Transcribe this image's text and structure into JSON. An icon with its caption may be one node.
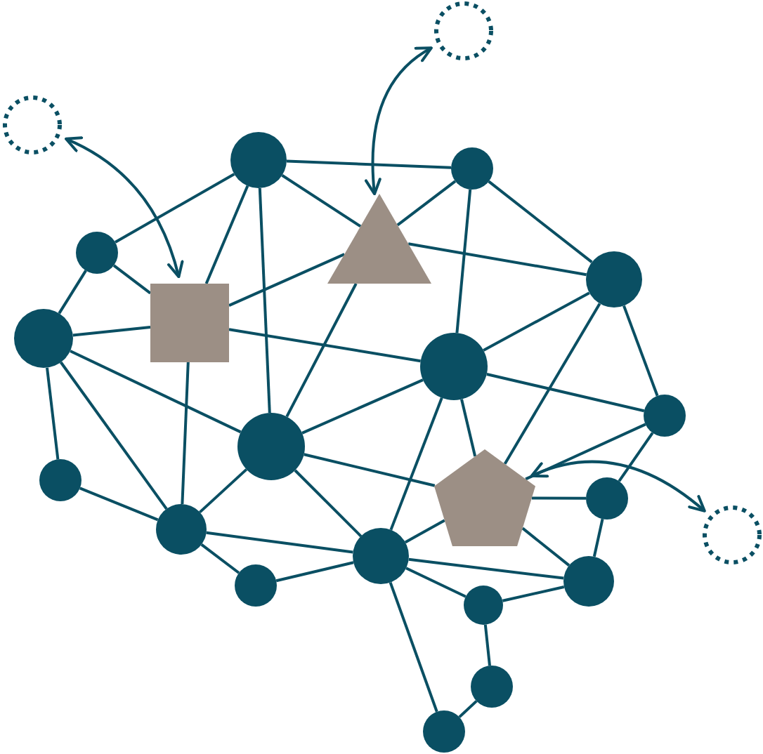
{
  "diagram": {
    "nodes": [
      {
        "text": [],
        "shape": "circle"
      },
      {
        "text": [],
        "shape": "circle"
      },
      {
        "text": [],
        "shape": "circle"
      },
      {
        "text": [],
        "shape": "circle"
      },
      {
        "text": [],
        "shape": "triangle"
      },
      {
        "text": [],
        "shape": "circle"
      },
      {
        "text": [],
        "shape": "circle"
      },
      {
        "text": [],
        "shape": "box"
      },
      {
        "text": [],
        "shape": "circle"
      },
      {
        "text": [],
        "shape": "circle"
      },
      {
        "text": [],
        "shape": "circle"
      },
      {
        "text": [],
        "shape": "circle"
      },
      {
        "text": [],
        "shape": "circle"
      },
      {
        "text": [],
        "shape": "circle"
      },
      {
        "text": [],
        "shape": "pentagon"
      },
      {
        "text": [],
        "shape": "circle"
      },
      {
        "text": [],
        "shape": "circle"
      },
      {
        "text": [],
        "shape": "circle"
      },
      {
        "text": [],
        "shape": "circle"
      },
      {
        "text": [],
        "shape": "circle"
      },
      {
        "text": [],
        "shape": "circle"
      },
      {
        "text": [],
        "shape": "circle"
      },
      {
        "text": [],
        "shape": "circle"
      }
    ],
    "edges": [
      {
        "from": 0,
        "to": 4,
        "arrow": "both"
      },
      {
        "from": 1,
        "to": 7,
        "arrow": "both"
      },
      {
        "from": 2,
        "to": 3,
        "arrow": "none"
      },
      {
        "from": 2,
        "to": 5,
        "arrow": "none"
      },
      {
        "from": 2,
        "to": 7,
        "arrow": "none"
      },
      {
        "from": 2,
        "to": 4,
        "arrow": "none"
      },
      {
        "from": 2,
        "to": 11,
        "arrow": "none"
      },
      {
        "from": 3,
        "to": 4,
        "arrow": "none"
      },
      {
        "from": 3,
        "to": 9,
        "arrow": "none"
      },
      {
        "from": 3,
        "to": 6,
        "arrow": "none"
      },
      {
        "from": 4,
        "to": 7,
        "arrow": "none"
      },
      {
        "from": 4,
        "to": 11,
        "arrow": "none"
      },
      {
        "from": 4,
        "to": 6,
        "arrow": "none"
      },
      {
        "from": 5,
        "to": 8,
        "arrow": "none"
      },
      {
        "from": 5,
        "to": 7,
        "arrow": "none"
      },
      {
        "from": 6,
        "to": 9,
        "arrow": "none"
      },
      {
        "from": 6,
        "to": 14,
        "arrow": "none"
      },
      {
        "from": 6,
        "to": 10,
        "arrow": "none"
      },
      {
        "from": 7,
        "to": 8,
        "arrow": "none"
      },
      {
        "from": 7,
        "to": 9,
        "arrow": "none"
      },
      {
        "from": 7,
        "to": 15,
        "arrow": "none"
      },
      {
        "from": 8,
        "to": 11,
        "arrow": "none"
      },
      {
        "from": 8,
        "to": 15,
        "arrow": "none"
      },
      {
        "from": 8,
        "to": 12,
        "arrow": "none"
      },
      {
        "from": 9,
        "to": 11,
        "arrow": "none"
      },
      {
        "from": 9,
        "to": 17,
        "arrow": "none"
      },
      {
        "from": 9,
        "to": 14,
        "arrow": "none"
      },
      {
        "from": 9,
        "to": 10,
        "arrow": "none"
      },
      {
        "from": 10,
        "to": 14,
        "arrow": "none"
      },
      {
        "from": 10,
        "to": 13,
        "arrow": "none"
      },
      {
        "from": 11,
        "to": 15,
        "arrow": "none"
      },
      {
        "from": 11,
        "to": 14,
        "arrow": "none"
      },
      {
        "from": 11,
        "to": 17,
        "arrow": "none"
      },
      {
        "from": 12,
        "to": 15,
        "arrow": "none"
      },
      {
        "from": 13,
        "to": 14,
        "arrow": "none"
      },
      {
        "from": 13,
        "to": 18,
        "arrow": "none"
      },
      {
        "from": 14,
        "to": 17,
        "arrow": "none"
      },
      {
        "from": 14,
        "to": 18,
        "arrow": "none"
      },
      {
        "from": 14,
        "to": 16,
        "arrow": "both"
      },
      {
        "from": 15,
        "to": 17,
        "arrow": "none"
      },
      {
        "from": 15,
        "to": 19,
        "arrow": "none"
      },
      {
        "from": 17,
        "to": 19,
        "arrow": "none"
      },
      {
        "from": 17,
        "to": 18,
        "arrow": "none"
      },
      {
        "from": 17,
        "to": 20,
        "arrow": "none"
      },
      {
        "from": 17,
        "to": 22,
        "arrow": "none"
      },
      {
        "from": 18,
        "to": 20,
        "arrow": "none"
      },
      {
        "from": 20,
        "to": 21,
        "arrow": "none"
      },
      {
        "from": 21,
        "to": 22,
        "arrow": "none"
      }
    ]
  }
}
